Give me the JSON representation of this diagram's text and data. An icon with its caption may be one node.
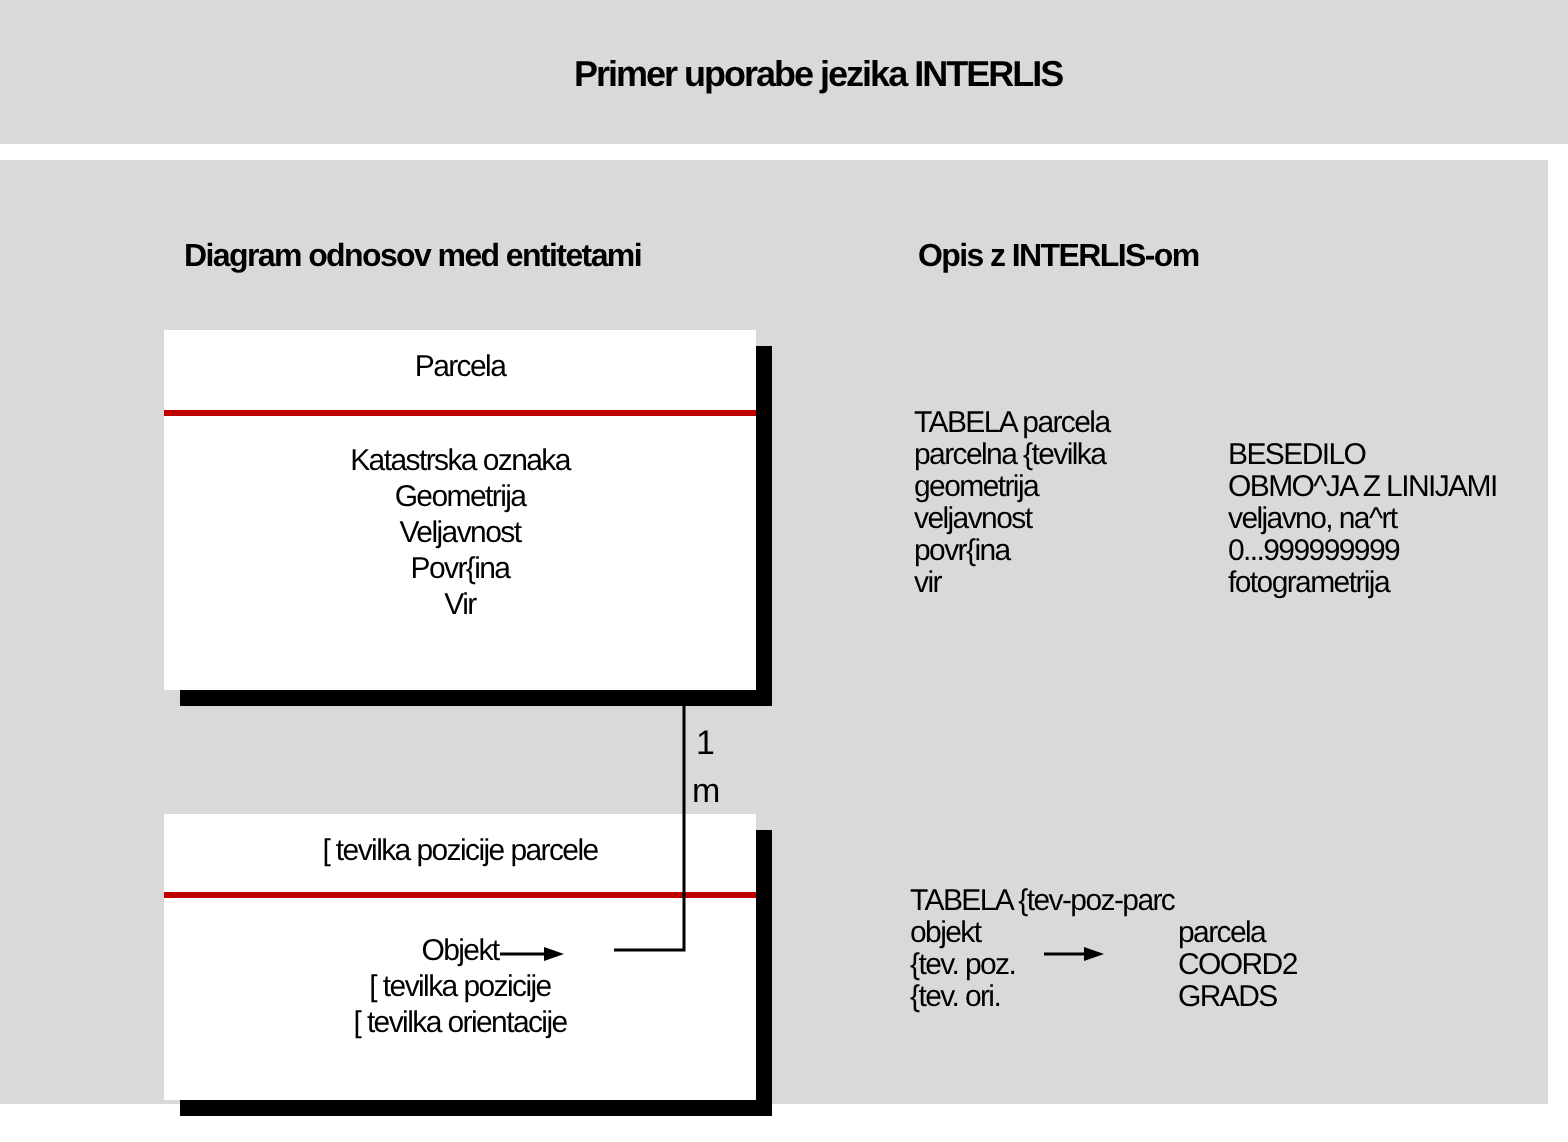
{
  "diagram": {
    "title": "Primer uporabe jezika INTERLIS",
    "nodes": [
      {
        "text": [
          "Parcela",
          "Katastrska oznaka",
          "Geometrija",
          "Veljavnost",
          "Povr{ina",
          "Vir"
        ]
      },
      {
        "text": [
          "[ tevilka pozicije parcele",
          "Objekt",
          "[ tevilka pozicije",
          "[ tevilka orientacije"
        ]
      }
    ],
    "edges": [
      {
        "from": 1,
        "to": 0,
        "arrow": "none"
      }
    ],
    "labels": [
      "Diagram odnosov med entitetami",
      "Opis z INTERLIS-om",
      "1",
      "m",
      "TABELA parcela",
      "parcelna {tevilka",
      "BESEDILO",
      "geometrija",
      "OBMO^JA Z LINIJAMI",
      "veljavnost",
      "veljavno, na^rt",
      "povr{ina",
      "0...999999999",
      "vir",
      "fotogrametrija",
      "TABELA {tev-poz-parc",
      "objekt",
      "parcela",
      "{tev. poz.",
      "COORD2",
      "{tev. ori.",
      "GRADS"
    ]
  }
}
